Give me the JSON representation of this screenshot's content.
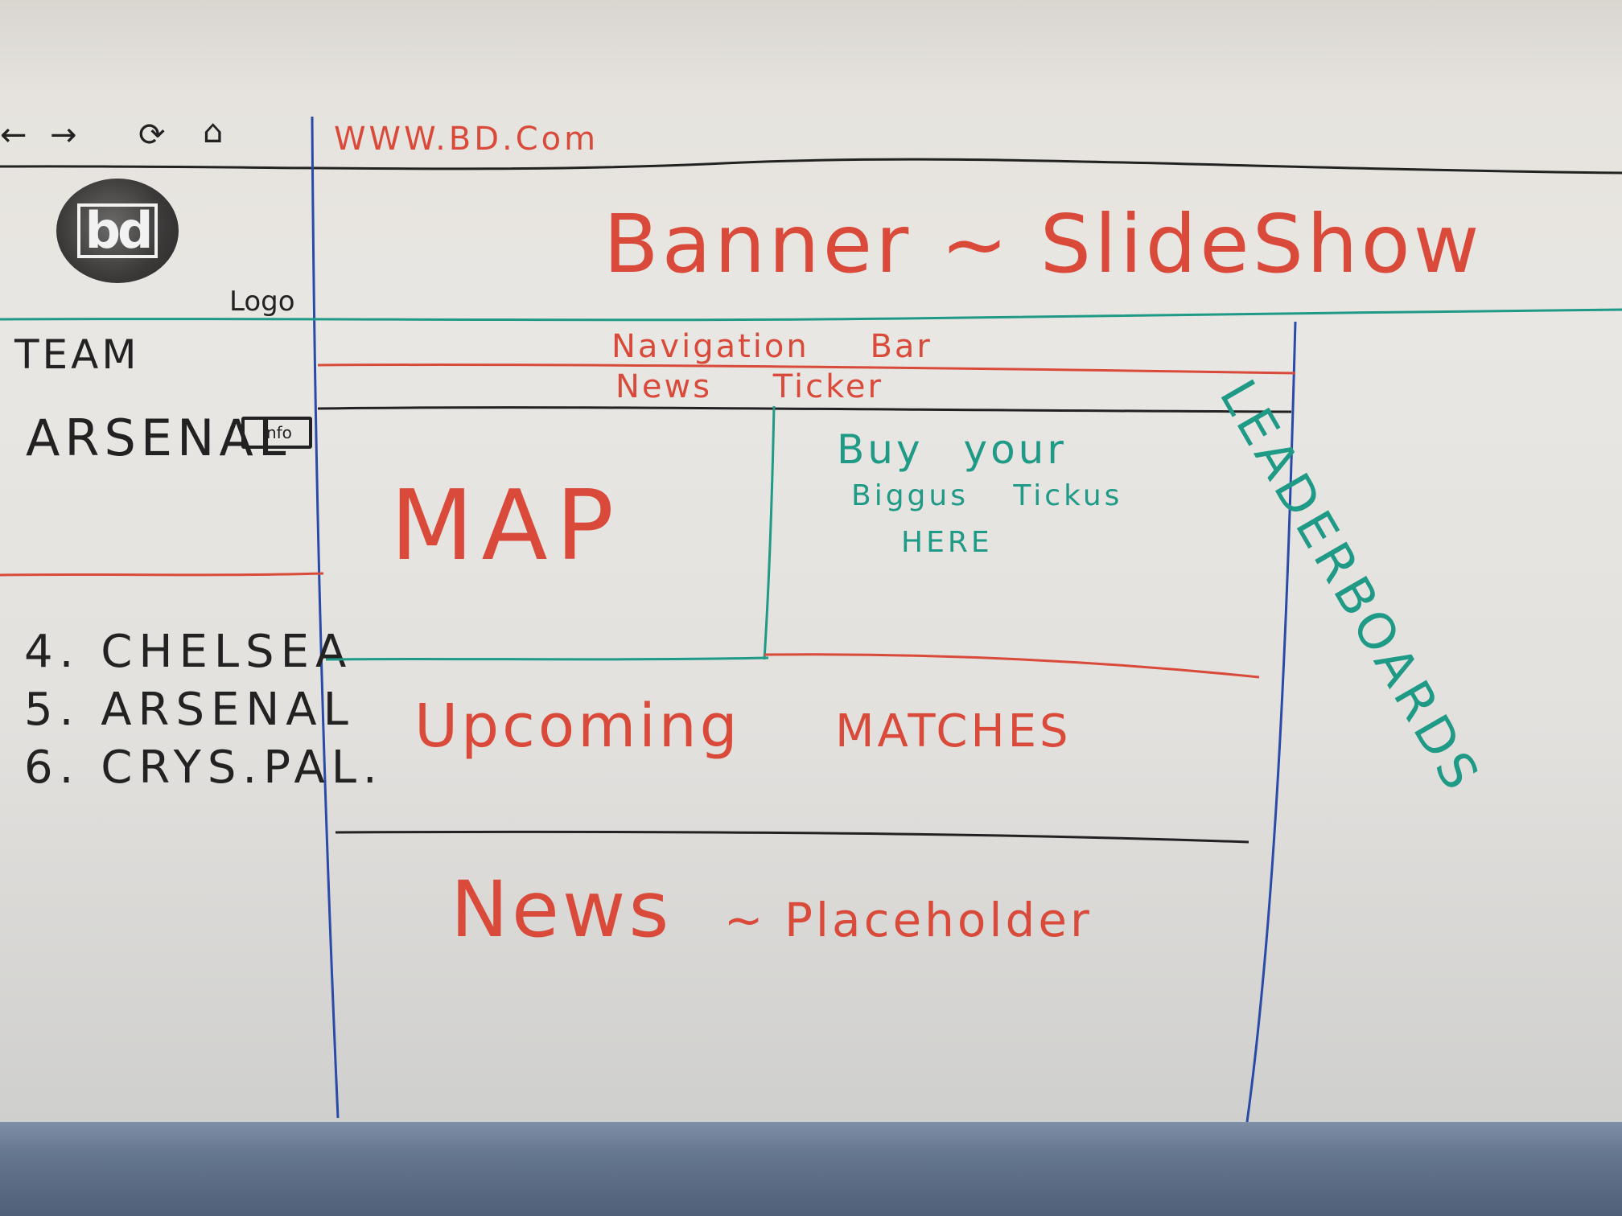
{
  "browser": {
    "url": "WWW.BD.Com"
  },
  "header": {
    "banner_label": "Banner ~ SlideShow",
    "logo_label": "Logo",
    "logo_mark": "bd"
  },
  "sidebar": {
    "team_label": "TEAM",
    "team_name": "ARSENAL",
    "info_button": "Info",
    "standings": [
      "4. CHELSEA",
      "5. ARSENAL",
      "6. CRYS.PAL."
    ]
  },
  "main": {
    "nav_bar": "Navigation Bar",
    "news_ticker": "News Ticker",
    "map": "MAP",
    "tickets": [
      "Buy your",
      "Biggus Tickus",
      "HERE"
    ],
    "upcoming": [
      "Upcoming",
      "MATCHES"
    ],
    "news": [
      "News",
      "~ Placeholder"
    ]
  },
  "right": {
    "leaderboards": "LEADERBOARDS"
  },
  "icons": {
    "back": "back-arrow-icon",
    "forward": "forward-arrow-icon",
    "reload": "reload-icon",
    "home": "home-icon"
  },
  "colors": {
    "red_marker": "#d94a3a",
    "green_marker": "#1e9a86",
    "black_marker": "#222222",
    "blue_marker": "#2a4aa8"
  }
}
